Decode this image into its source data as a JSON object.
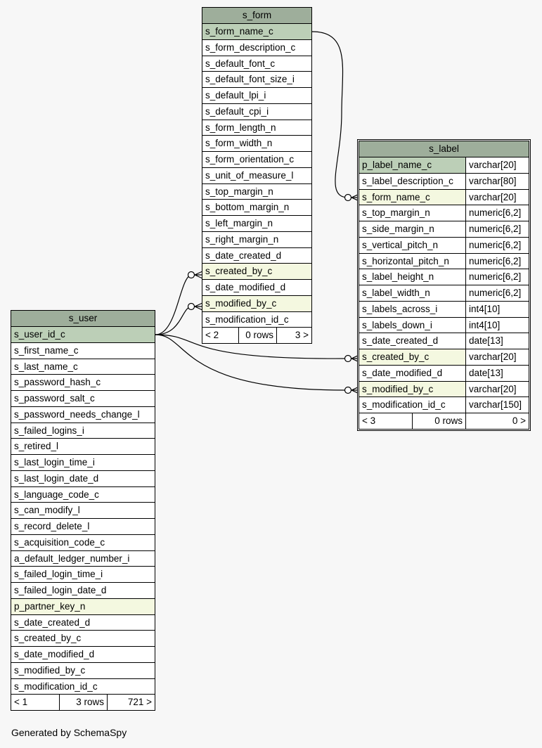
{
  "tables": {
    "s_form": {
      "title": "s_form",
      "rows": [
        {
          "name": "s_form_name_c",
          "kind": "pk"
        },
        {
          "name": "s_form_description_c",
          "kind": ""
        },
        {
          "name": "s_default_font_c",
          "kind": ""
        },
        {
          "name": "s_default_font_size_i",
          "kind": ""
        },
        {
          "name": "s_default_lpi_i",
          "kind": ""
        },
        {
          "name": "s_default_cpi_i",
          "kind": ""
        },
        {
          "name": "s_form_length_n",
          "kind": ""
        },
        {
          "name": "s_form_width_n",
          "kind": ""
        },
        {
          "name": "s_form_orientation_c",
          "kind": ""
        },
        {
          "name": "s_unit_of_measure_l",
          "kind": ""
        },
        {
          "name": "s_top_margin_n",
          "kind": ""
        },
        {
          "name": "s_bottom_margin_n",
          "kind": ""
        },
        {
          "name": "s_left_margin_n",
          "kind": ""
        },
        {
          "name": "s_right_margin_n",
          "kind": ""
        },
        {
          "name": "s_date_created_d",
          "kind": ""
        },
        {
          "name": "s_created_by_c",
          "kind": "fk"
        },
        {
          "name": "s_date_modified_d",
          "kind": ""
        },
        {
          "name": "s_modified_by_c",
          "kind": "fk"
        },
        {
          "name": "s_modification_id_c",
          "kind": ""
        }
      ],
      "footer": {
        "left": "< 2",
        "mid": "0 rows",
        "right": "3 >"
      }
    },
    "s_label": {
      "title": "s_label",
      "rows": [
        {
          "name": "p_label_name_c",
          "type": "varchar[20]",
          "kind": "pk"
        },
        {
          "name": "s_label_description_c",
          "type": "varchar[80]",
          "kind": ""
        },
        {
          "name": "s_form_name_c",
          "type": "varchar[20]",
          "kind": "fk"
        },
        {
          "name": "s_top_margin_n",
          "type": "numeric[6,2]",
          "kind": ""
        },
        {
          "name": "s_side_margin_n",
          "type": "numeric[6,2]",
          "kind": ""
        },
        {
          "name": "s_vertical_pitch_n",
          "type": "numeric[6,2]",
          "kind": ""
        },
        {
          "name": "s_horizontal_pitch_n",
          "type": "numeric[6,2]",
          "kind": ""
        },
        {
          "name": "s_label_height_n",
          "type": "numeric[6,2]",
          "kind": ""
        },
        {
          "name": "s_label_width_n",
          "type": "numeric[6,2]",
          "kind": ""
        },
        {
          "name": "s_labels_across_i",
          "type": "int4[10]",
          "kind": ""
        },
        {
          "name": "s_labels_down_i",
          "type": "int4[10]",
          "kind": ""
        },
        {
          "name": "s_date_created_d",
          "type": "date[13]",
          "kind": ""
        },
        {
          "name": "s_created_by_c",
          "type": "varchar[20]",
          "kind": "fk"
        },
        {
          "name": "s_date_modified_d",
          "type": "date[13]",
          "kind": ""
        },
        {
          "name": "s_modified_by_c",
          "type": "varchar[20]",
          "kind": "fk"
        },
        {
          "name": "s_modification_id_c",
          "type": "varchar[150]",
          "kind": ""
        }
      ],
      "footer": {
        "left": "< 3",
        "mid": "0 rows",
        "right": "0 >"
      }
    },
    "s_user": {
      "title": "s_user",
      "rows": [
        {
          "name": "s_user_id_c",
          "kind": "pk"
        },
        {
          "name": "s_first_name_c",
          "kind": ""
        },
        {
          "name": "s_last_name_c",
          "kind": ""
        },
        {
          "name": "s_password_hash_c",
          "kind": ""
        },
        {
          "name": "s_password_salt_c",
          "kind": ""
        },
        {
          "name": "s_password_needs_change_l",
          "kind": ""
        },
        {
          "name": "s_failed_logins_i",
          "kind": ""
        },
        {
          "name": "s_retired_l",
          "kind": ""
        },
        {
          "name": "s_last_login_time_i",
          "kind": ""
        },
        {
          "name": "s_last_login_date_d",
          "kind": ""
        },
        {
          "name": "s_language_code_c",
          "kind": ""
        },
        {
          "name": "s_can_modify_l",
          "kind": ""
        },
        {
          "name": "s_record_delete_l",
          "kind": ""
        },
        {
          "name": "s_acquisition_code_c",
          "kind": ""
        },
        {
          "name": "a_default_ledger_number_i",
          "kind": ""
        },
        {
          "name": "s_failed_login_time_i",
          "kind": ""
        },
        {
          "name": "s_failed_login_date_d",
          "kind": ""
        },
        {
          "name": "p_partner_key_n",
          "kind": "fk"
        },
        {
          "name": "s_date_created_d",
          "kind": ""
        },
        {
          "name": "s_created_by_c",
          "kind": ""
        },
        {
          "name": "s_date_modified_d",
          "kind": ""
        },
        {
          "name": "s_modified_by_c",
          "kind": ""
        },
        {
          "name": "s_modification_id_c",
          "kind": ""
        }
      ],
      "footer": {
        "left": "< 1",
        "mid": "3 rows",
        "right": "721 >"
      }
    }
  },
  "generated_by": "Generated by SchemaSpy",
  "colors": {
    "header": "#9eae9b",
    "primary_key_row": "#bccfb7",
    "foreign_key_row": "#f4f8e0",
    "background": "#f7f7f7"
  }
}
